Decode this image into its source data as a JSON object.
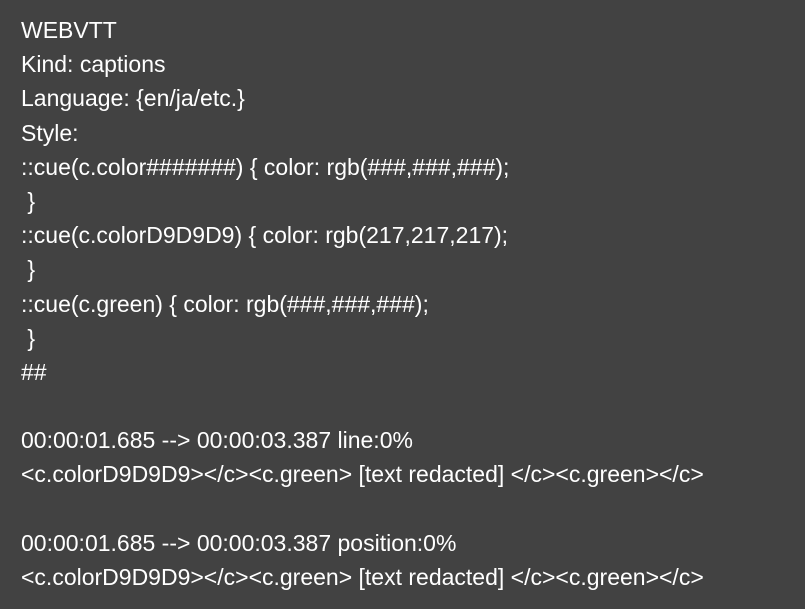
{
  "document": {
    "lines": [
      "WEBVTT",
      "Kind: captions",
      "Language: {en/ja/etc.}",
      "Style:",
      "::cue(c.color#######) { color: rgb(###,###,###);",
      " }",
      "::cue(c.colorD9D9D9) { color: rgb(217,217,217);",
      " }",
      "::cue(c.green) { color: rgb(###,###,###);",
      " }",
      "##",
      "",
      "00:00:01.685 --> 00:00:03.387 line:0%",
      "<c.colorD9D9D9></c><c.green> [text redacted] </c><c.green></c>",
      "",
      "00:00:01.685 --> 00:00:03.387 position:0%",
      "<c.colorD9D9D9></c><c.green> [text redacted] </c><c.green></c>"
    ]
  }
}
